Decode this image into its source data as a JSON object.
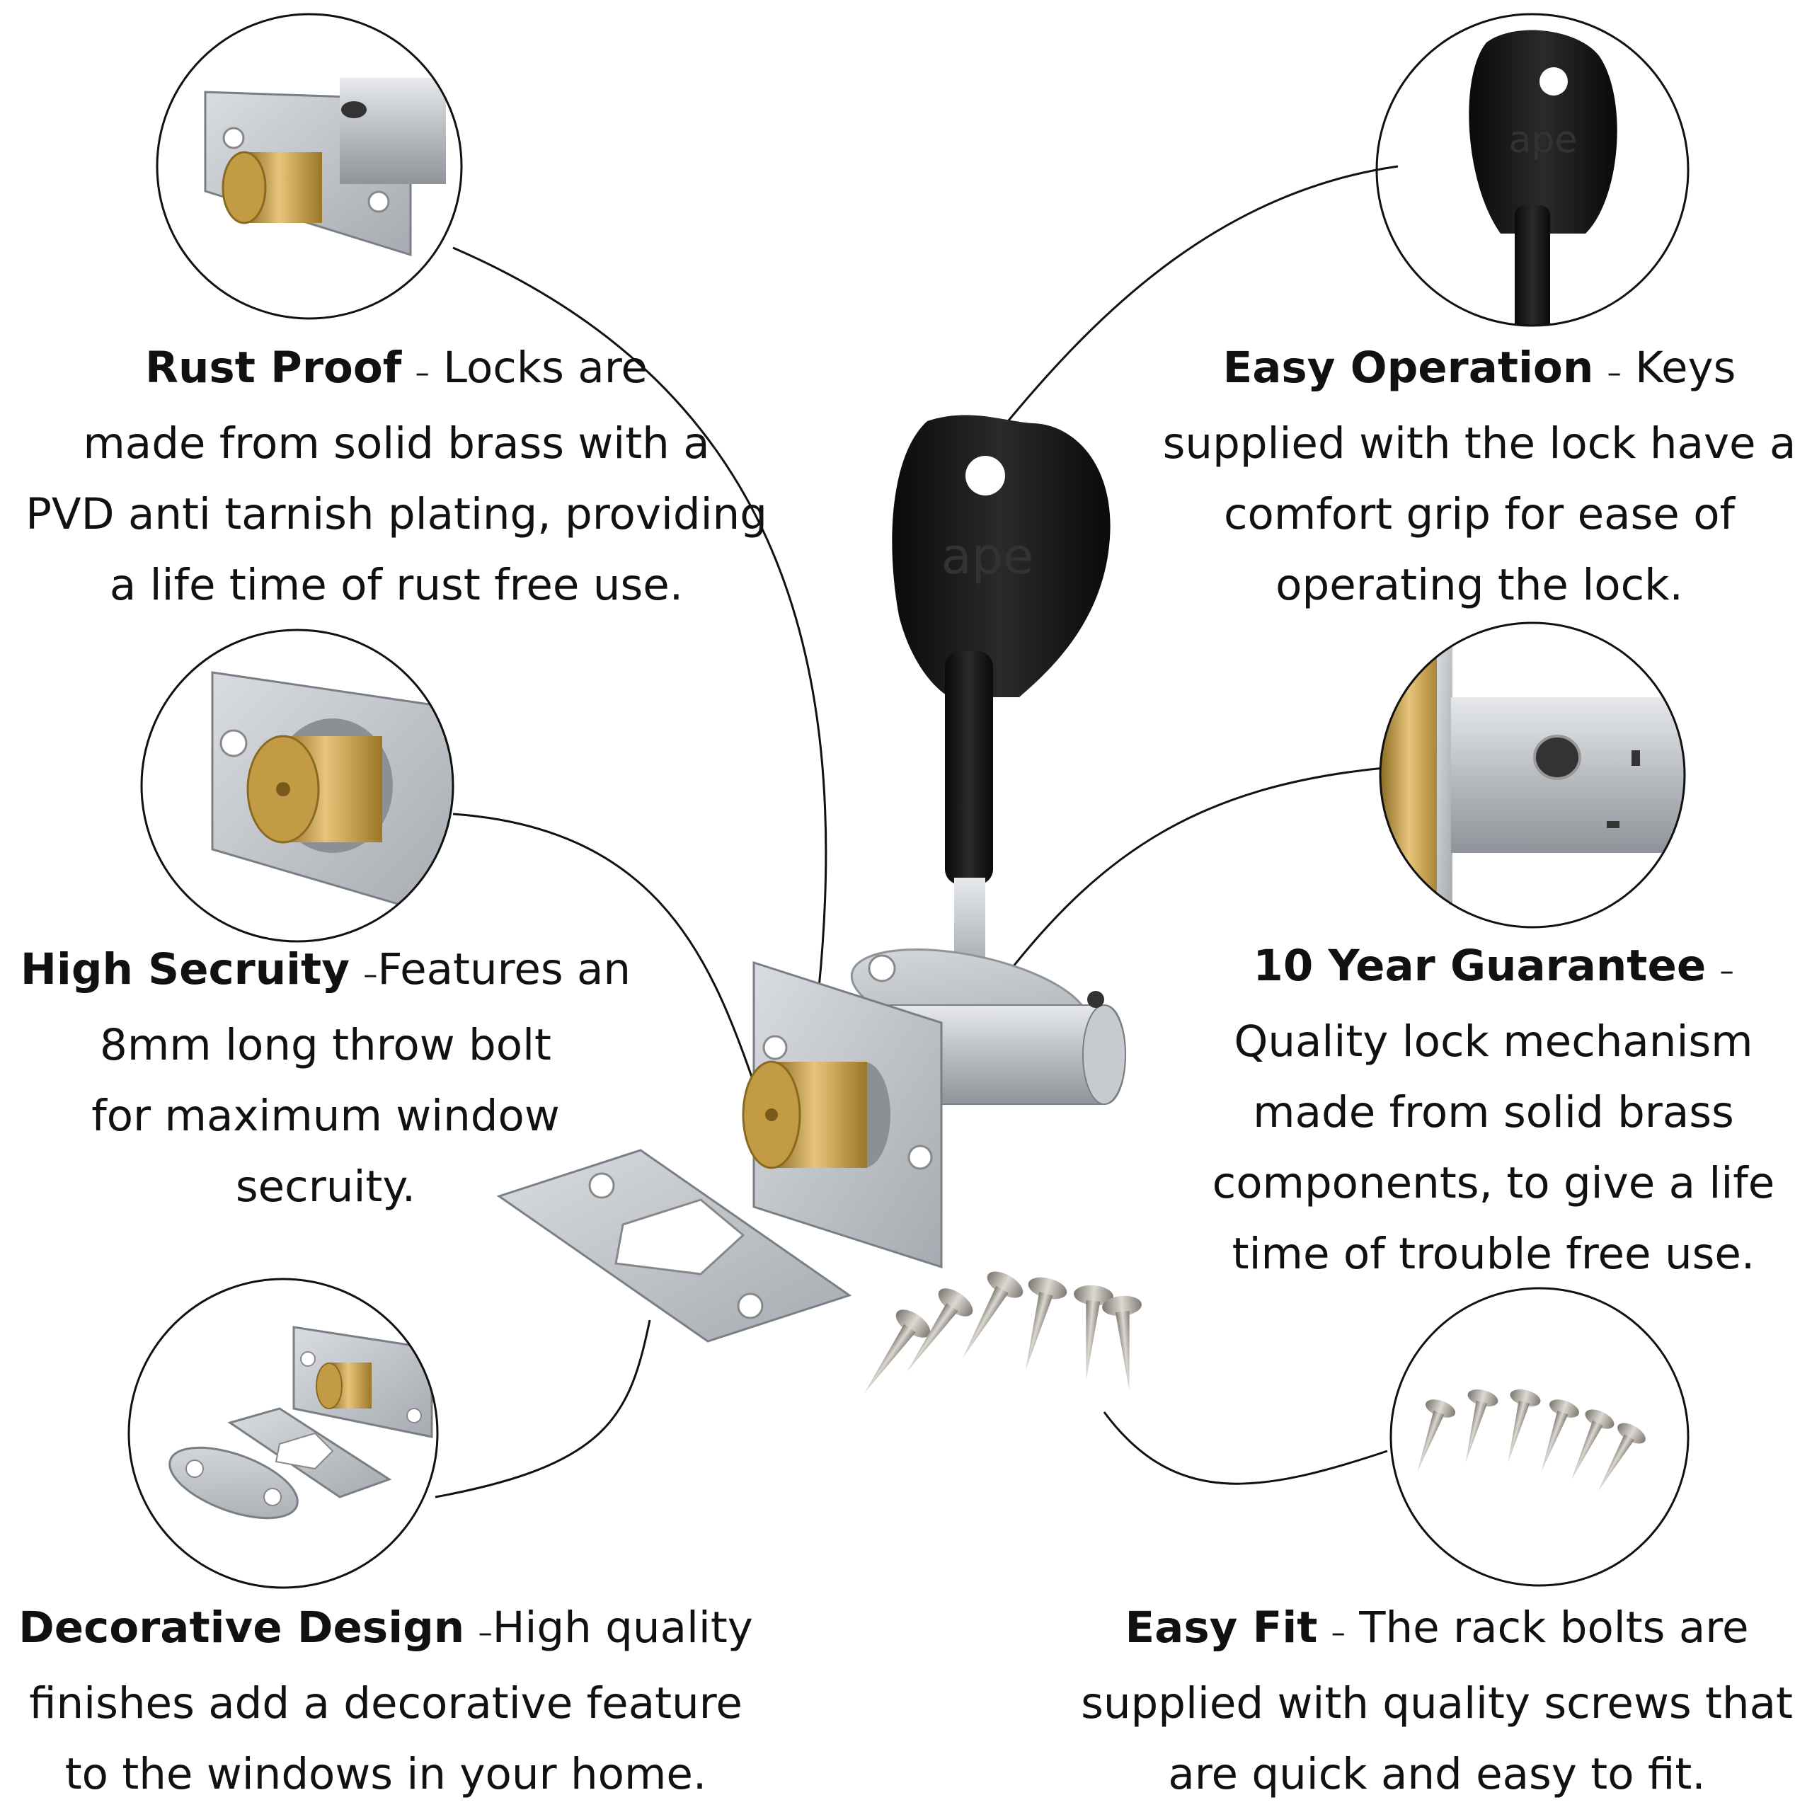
{
  "brand_mark": "ape",
  "features": [
    {
      "id": "rust-proof",
      "title": "Rust Proof",
      "separator": "–",
      "text_lines": [
        "Locks are",
        "made from solid brass with a",
        "PVD anti tarnish plating, providing",
        "a life time of rust free use."
      ]
    },
    {
      "id": "easy-operation",
      "title": "Easy Operation",
      "separator": "–",
      "text_lines": [
        "Keys",
        "supplied with the lock have a",
        "comfort grip for ease of",
        "operating the lock."
      ]
    },
    {
      "id": "high-security",
      "title": "High Secruity",
      "separator": "–",
      "text_lines": [
        "Features an",
        "8mm long throw bolt",
        "for maximum window",
        "secruity."
      ]
    },
    {
      "id": "guarantee",
      "title": "10 Year Guarantee",
      "separator": "–",
      "text_lines": [
        "",
        "Quality lock mechanism",
        "made from solid brass",
        "components, to give a life",
        "time of trouble free use."
      ]
    },
    {
      "id": "decorative-design",
      "title": "Decorative Design",
      "separator": "–",
      "text_lines": [
        "High quality",
        "finishes add a decorative feature",
        "to the windows in your home."
      ]
    },
    {
      "id": "easy-fit",
      "title": "Easy Fit",
      "separator": "–",
      "text_lines": [
        "The rack bolts are",
        "supplied with quality screws that",
        "are quick and easy to fit."
      ]
    }
  ],
  "colors": {
    "brass": "#c9a24a",
    "chrome": "#c4c7cb",
    "key_black": "#151515",
    "line": "#111111"
  }
}
